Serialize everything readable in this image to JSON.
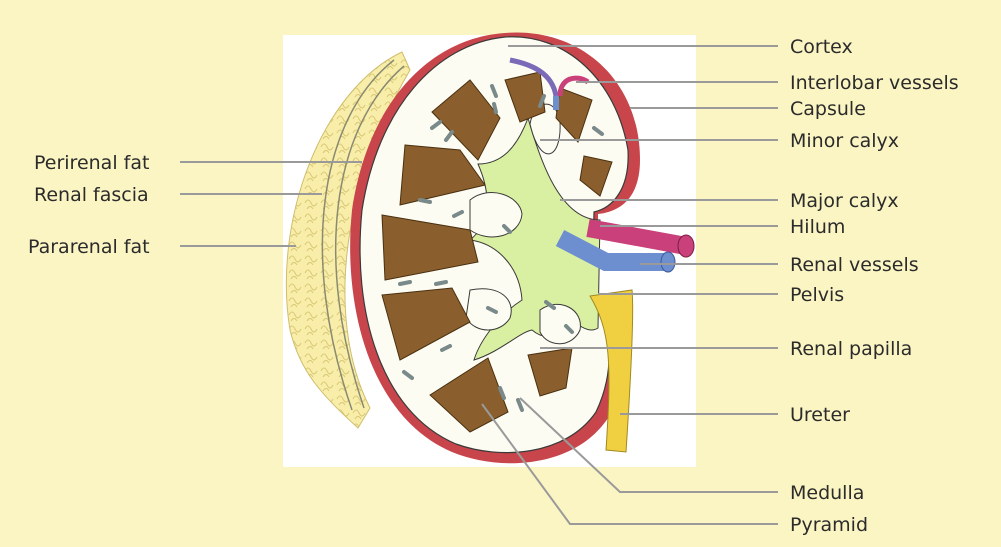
{
  "diagram": {
    "labels_left": {
      "perirenal_fat": "Perirenal fat",
      "renal_fascia": "Renal fascia",
      "pararenal_fat": "Pararenal fat"
    },
    "labels_right": {
      "cortex": "Cortex",
      "interlobar_vessels": "Interlobar vessels",
      "capsule": "Capsule",
      "minor_calyx": "Minor calyx",
      "major_calyx": "Major calyx",
      "hilum": "Hilum",
      "renal_vessels": "Renal vessels",
      "pelvis": "Pelvis",
      "renal_papilla": "Renal papilla",
      "ureter": "Ureter",
      "medulla": "Medulla",
      "pyramid": "Pyramid"
    },
    "colors": {
      "background": "#fbf5c4",
      "panel": "#ffffff",
      "fat": "#f8eeaa",
      "capsule": "#c8464b",
      "cortex": "#fdfcf2",
      "pyramid": "#8a5f2d",
      "calyx": "#d9f0a2",
      "artery": "#c9407a",
      "vein": "#6d8fd0",
      "ureter": "#f0d040",
      "leader": "#9a9a9a"
    }
  }
}
